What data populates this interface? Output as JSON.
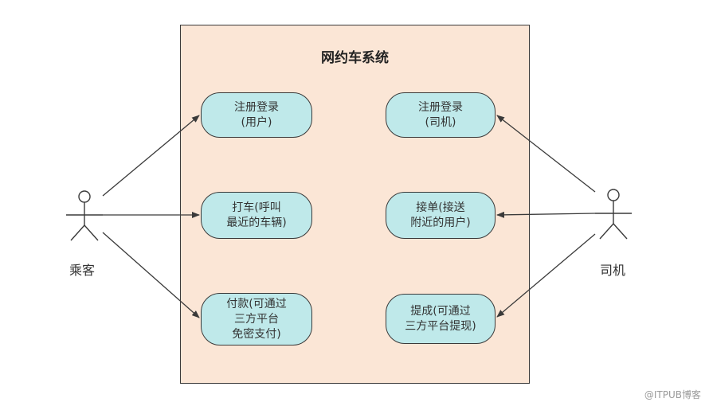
{
  "system": {
    "title": "网约车系统"
  },
  "actors": {
    "passenger": {
      "label": "乘客"
    },
    "driver": {
      "label": "司机"
    }
  },
  "use_cases": {
    "passenger_register": {
      "line1": "注册登录",
      "line2": "(用户)"
    },
    "call_car": {
      "line1": "打车(呼叫",
      "line2": "最近的车辆)"
    },
    "payment": {
      "line1": "付款(可通过",
      "line2": "三方平台",
      "line3": "免密支付)"
    },
    "driver_register": {
      "line1": "注册登录",
      "line2": "(司机)"
    },
    "accept_order": {
      "line1": "接单(接送",
      "line2": "附近的用户)"
    },
    "withdraw": {
      "line1": "提成(可通过",
      "line2": "三方平台提现)"
    }
  },
  "watermark": "@ITPUB博客",
  "colors": {
    "system_fill": "#fbe6d6",
    "usecase_fill": "#bfe9ea",
    "stroke": "#3a3a3a"
  }
}
